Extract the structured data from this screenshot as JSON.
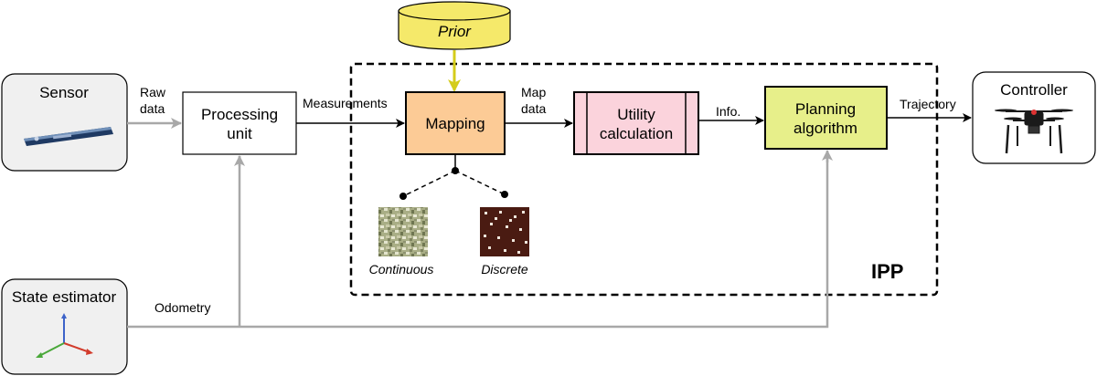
{
  "nodes": {
    "sensor": "Sensor",
    "processing_unit": [
      "Processing",
      "unit"
    ],
    "prior": "Prior",
    "mapping": "Mapping",
    "utility": [
      "Utility",
      "calculation"
    ],
    "planning": [
      "Planning",
      "algorithm"
    ],
    "controller": "Controller",
    "state_estimator": "State estimator",
    "ipp": "IPP",
    "continuous": "Continuous",
    "discrete": "Discrete"
  },
  "edges": {
    "raw_data": [
      "Raw",
      "data"
    ],
    "measurements": "Measurements",
    "map_data": [
      "Map",
      "data"
    ],
    "info": "Info.",
    "trajectory": "Trajectory",
    "odometry": "Odometry"
  },
  "colors": {
    "prior_fill": "#f5e96a",
    "prior_arrow": "#d4cc1a",
    "mapping_fill": "#fccb96",
    "utility_fill": "#fbd3dc",
    "planning_fill": "#e7ef8a",
    "grey_arrow": "#a8a8a8",
    "rounded_box_fill": "#f0f0f0",
    "discrete_bg": "#4a1b12",
    "continuous_bg": "#a9ae86"
  },
  "icons": {
    "sensor": "sensor-bar-icon",
    "controller": "drone-icon",
    "state_estimator": "axes-icon"
  }
}
